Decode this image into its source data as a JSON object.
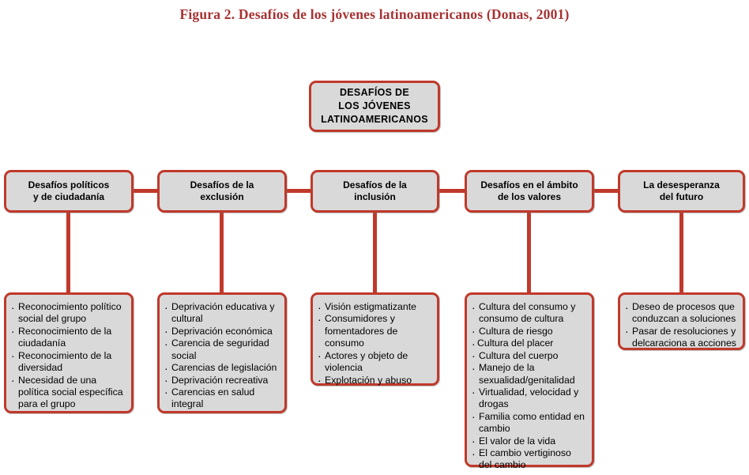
{
  "figure": {
    "title": "Figura 2. Desafíos de los jóvenes latinoamericanos (Donas, 2001)",
    "title_color": "#a83232",
    "node_fill_color": "#d9d9d9",
    "node_border_color": "#c0392b",
    "connector_color": "#c0392b"
  },
  "root": {
    "label": "DESAFÍOS DE\nLOS JÓVENES\nLATINOAMERICANOS"
  },
  "categories": [
    {
      "label": "Desafíos políticos\ny de ciudadanía"
    },
    {
      "label": "Desafíos de la\nexclusión"
    },
    {
      "label": "Desafíos de la\ninclusión"
    },
    {
      "label": "Desafíos en el ámbito\nde los valores"
    },
    {
      "label": "La desesperanza\ndel futuro"
    }
  ],
  "details": [
    {
      "items": [
        "Reconocimiento político social del grupo",
        "Reconocimiento de la ciudadanía",
        "Reconocimiento de la diversidad",
        "Necesidad de una política social específica para el grupo"
      ]
    },
    {
      "items": [
        "Deprivación educativa y cultural",
        "Deprivación económica",
        "Carencia de seguridad social",
        "Carencias de legislación",
        "Deprivación recreativa",
        "Carencias en salud integral"
      ]
    },
    {
      "items": [
        "Visión estigmatizante",
        "Consumidores y fomentadores de consumo",
        "Actores y objeto de violencia",
        "Explotación y abuso"
      ]
    },
    {
      "items": [
        "Cultura del consumo y consumo de cultura",
        "Cultura de riesgo",
        "Cultura del placer",
        "Cultura del cuerpo",
        "Manejo de la sexualidad/genitalidad",
        "Virtualidad, velocidad y drogas",
        "Familia como entidad en cambio",
        "El valor de la vida",
        "El cambio vertiginoso del cambio"
      ]
    },
    {
      "items": [
        "Deseo de procesos que conduzcan a soluciones",
        "Pasar de resoluciones y delcaraciona a acciones"
      ]
    }
  ]
}
